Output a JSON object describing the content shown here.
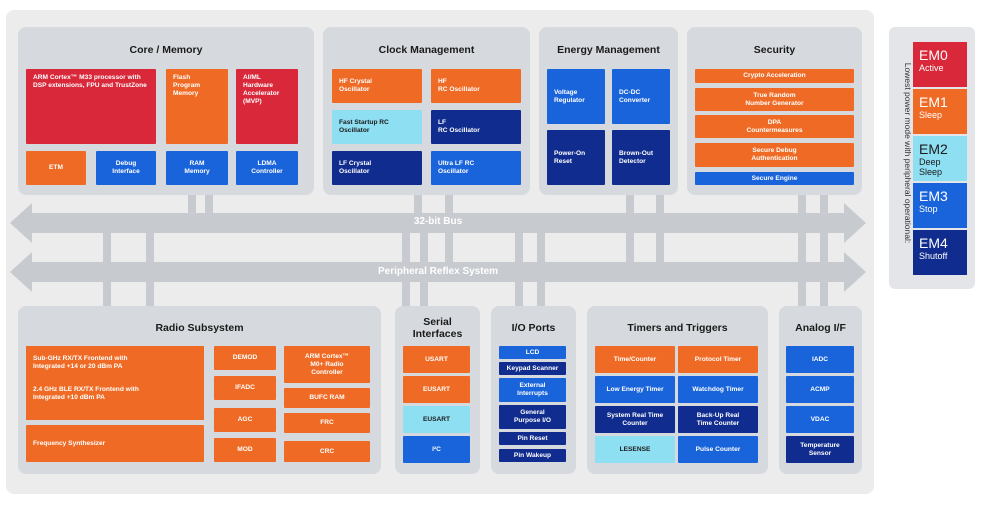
{
  "colors": {
    "red": "#d8283a",
    "orange": "#ef6b25",
    "blue": "#1a64db",
    "navy": "#102c8e",
    "cyan": "#8fdff3",
    "panel": "#d6d9de",
    "bus": "#c7cacf"
  },
  "core": {
    "title": "Core / Memory",
    "cpu": "ARM Cortex™ M33 processor with DSP extensions, FPU and TrustZone",
    "flash": "Flash\nProgram\nMemory",
    "ai": "AI/ML\nHardware\nAccelerator\n(MVP)",
    "etm": "ETM",
    "debug": "Debug\nInterface",
    "ram": "RAM\nMemory",
    "ldma": "LDMA\nController"
  },
  "clock": {
    "title": "Clock Management",
    "hf_crystal": "HF Crystal\nOscillator",
    "hf_rc": "HF\nRC Oscillator",
    "fast_rc": "Fast Startup RC\nOscillator",
    "lf_rc": "LF\nRC Oscillator",
    "lf_crystal": "LF Crystal\nOscillator",
    "ulf_rc": "Ultra LF RC\nOscillator"
  },
  "energy": {
    "title": "Energy Management",
    "vreg": "Voltage\nRegulator",
    "dcdc": "DC-DC\nConverter",
    "por": "Power-On\nReset",
    "bod": "Brown-Out\nDetector"
  },
  "security": {
    "title": "Security",
    "items": [
      "Crypto Acceleration",
      "True Random\nNumber Generator",
      "DPA\nCountermeasures",
      "Secure Debug\nAuthentication",
      "Secure Engine"
    ]
  },
  "bus": {
    "bus32": "32-bit Bus",
    "prs": "Peripheral Reflex System"
  },
  "radio": {
    "title": "Radio Subsystem",
    "frontend1": "Sub-GHz RX/TX Frontend with\nIntegrated +14 or 20 dBm PA",
    "frontend2": "2.4 GHz BLE RX/TX Frontend with\nIntegrated +10 dBm PA",
    "synth": "Frequency Synthesizer",
    "demod": "DEMOD",
    "ifadc": "IFADC",
    "agc": "AGC",
    "mod": "MOD",
    "m0": "ARM Cortex™\nM0+ Radio\nController",
    "bufc": "BUFC RAM",
    "frc": "FRC",
    "crc": "CRC"
  },
  "serial": {
    "title": "Serial\nInterfaces",
    "items": [
      "USART",
      "EUSART",
      "EUSART",
      "I²C"
    ]
  },
  "io": {
    "title": "I/O Ports",
    "items": [
      "LCD",
      "Keypad Scanner",
      "External\nInterrupts",
      "General\nPurpose I/O",
      "Pin Reset",
      "Pin Wakeup"
    ]
  },
  "timers": {
    "title": "Timers and Triggers",
    "timer_counter": "Time/Counter",
    "protocol": "Protocol Timer",
    "le_timer": "Low Energy Timer",
    "watchdog": "Watchdog Timer",
    "rtc": "System Real Time\nCounter",
    "backup_rtc": "Back-Up Real\nTime Counter",
    "lesense": "LESENSE",
    "pulse": "Pulse Counter"
  },
  "analog": {
    "title": "Analog I/F",
    "items": [
      "IADC",
      "ACMP",
      "VDAC",
      "Temperature\nSensor"
    ]
  },
  "legend": {
    "caption": "Lowest power mode with peripheral operational:",
    "modes": [
      {
        "name": "EM0",
        "desc": "Active"
      },
      {
        "name": "EM1",
        "desc": "Sleep"
      },
      {
        "name": "EM2",
        "desc": "Deep\nSleep"
      },
      {
        "name": "EM3",
        "desc": "Stop"
      },
      {
        "name": "EM4",
        "desc": "Shutoff"
      }
    ]
  }
}
